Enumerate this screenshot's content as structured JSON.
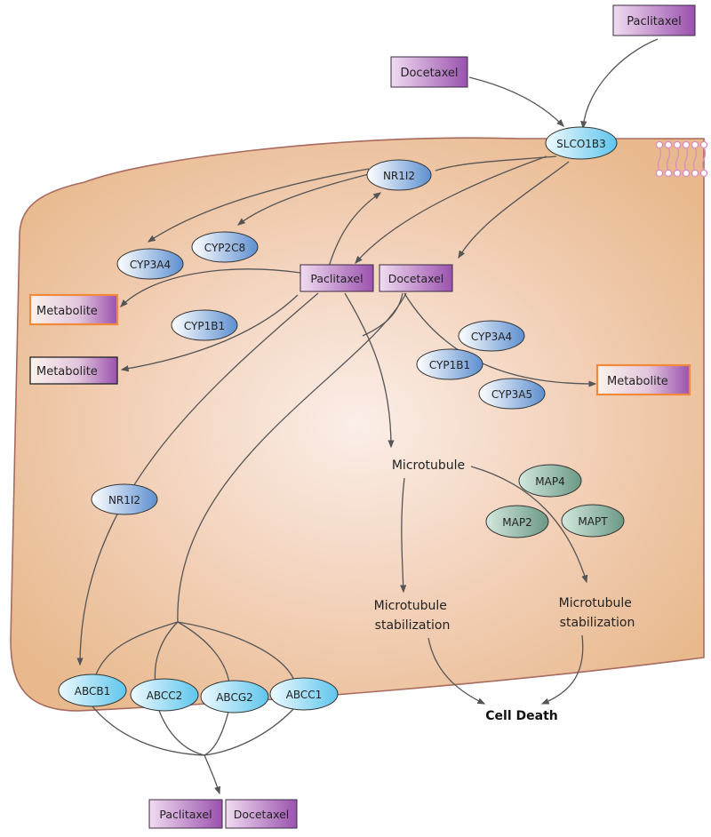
{
  "drugs": {
    "paclitaxel_outside": "Paclitaxel",
    "docetaxel_outside": "Docetaxel",
    "paclitaxel_inside": "Paclitaxel",
    "docetaxel_inside": "Docetaxel",
    "paclitaxel_efflux": "Paclitaxel",
    "docetaxel_efflux": "Docetaxel"
  },
  "transporters": {
    "influx": "SLCO1B3",
    "efflux": [
      "ABCB1",
      "ABCC2",
      "ABCG2",
      "ABCC1"
    ]
  },
  "regulators": {
    "nr1i2_top": "NR1I2",
    "nr1i2_left": "NR1I2"
  },
  "enzymes": {
    "paclitaxel": [
      "CYP3A4",
      "CYP2C8",
      "CYP1B1"
    ],
    "docetaxel": [
      "CYP3A4",
      "CYP1B1",
      "CYP3A5"
    ]
  },
  "metabolites": [
    "Metabolite",
    "Metabolite",
    "Metabolite"
  ],
  "targets": {
    "microtubule": "Microtubule",
    "map_proteins": [
      "MAP4",
      "MAP2",
      "MAPT"
    ]
  },
  "outcomes": {
    "stabilization_left": [
      "Microtubule",
      "stabilization"
    ],
    "stabilization_right": [
      "Microtubule",
      "stabilization"
    ],
    "cell_death": "Cell Death"
  },
  "colors": {
    "cell_fill_center": "#f8e6de",
    "cell_fill_edge": "#e8b98d",
    "cell_stroke": "#a86a5e",
    "drug_box_start": "#efd6ef",
    "drug_box_end": "#9a52ae",
    "enzyme_start": "#ffffff",
    "enzyme_end": "#5d8fd0",
    "transporter_start": "#e9f8ff",
    "transporter_end": "#62c6ec",
    "map_start": "#cbe4d8",
    "map_end": "#6e9b88",
    "metabolite_orange": "#f08a3a",
    "arrow": "#555555"
  }
}
